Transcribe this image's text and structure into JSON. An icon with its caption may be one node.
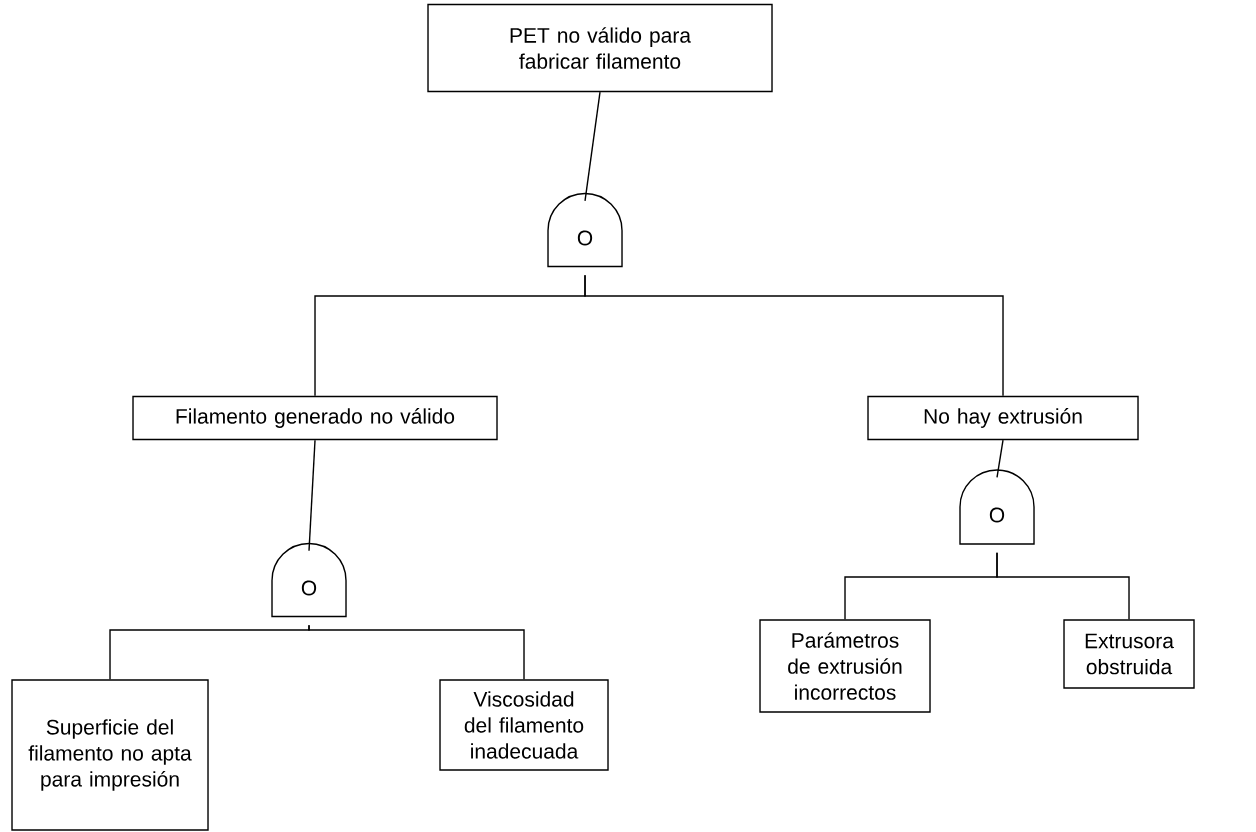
{
  "diagram": {
    "nodes": [
      {
        "text": [
          "PET no válido para fabricar filamento"
        ]
      },
      {
        "text": [
          "O"
        ]
      },
      {
        "text": [
          "Filamento generado no válido"
        ]
      },
      {
        "text": [
          "No hay extrusión"
        ]
      },
      {
        "text": [
          "O"
        ]
      },
      {
        "text": [
          "O"
        ]
      },
      {
        "text": [
          "Superficie del filamento no apta para impresión"
        ]
      },
      {
        "text": [
          "Viscosidad del filamento inadecuada"
        ]
      },
      {
        "text": [
          "Parámetros de extrusión incorrectos"
        ]
      },
      {
        "text": [
          "Extrusora obstruida"
        ]
      }
    ],
    "edges": [
      {
        "from": 0,
        "to": 1,
        "arrow": "none"
      },
      {
        "from": 1,
        "to": 2,
        "arrow": "none"
      },
      {
        "from": 1,
        "to": 3,
        "arrow": "none"
      },
      {
        "from": 2,
        "to": 4,
        "arrow": "none"
      },
      {
        "from": 4,
        "to": 6,
        "arrow": "none"
      },
      {
        "from": 4,
        "to": 7,
        "arrow": "none"
      },
      {
        "from": 3,
        "to": 5,
        "arrow": "none"
      },
      {
        "from": 5,
        "to": 8,
        "arrow": "none"
      },
      {
        "from": 5,
        "to": 9,
        "arrow": "none"
      }
    ]
  }
}
